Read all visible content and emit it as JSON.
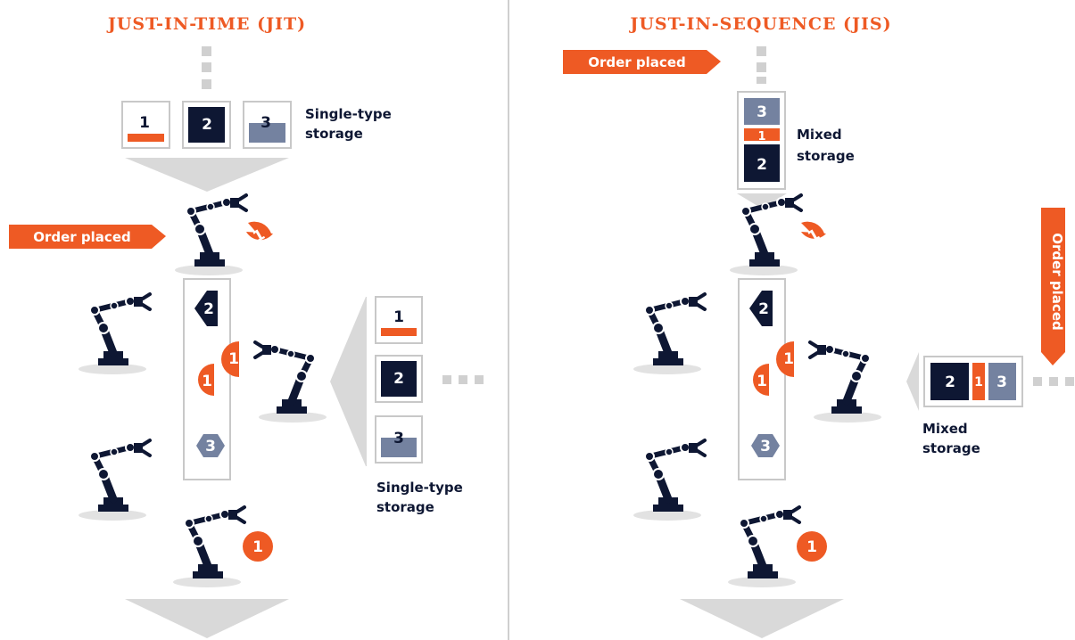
{
  "colors": {
    "navy": "#0e1733",
    "orange": "#ee5a24",
    "slate": "#7482a0",
    "gray": "#d9d9d9",
    "shadow": "#e2e2e2",
    "frame": "#c8c8c8"
  },
  "jit": {
    "title": "JUST-IN-TIME (JIT)",
    "order_banner": "Order placed",
    "top_storage_label": [
      "Single-type",
      "storage"
    ],
    "side_storage_label": [
      "Single-type",
      "storage"
    ],
    "parts": [
      "1",
      "2",
      "3"
    ]
  },
  "jis": {
    "title": "JUST-IN-SEQUENCE (JIS)",
    "order_banner_top": "Order placed",
    "order_banner_side": "Order placed",
    "top_storage_label": [
      "Mixed",
      "storage"
    ],
    "side_storage_label": [
      "Mixed",
      "storage"
    ],
    "stack_parts": [
      "3",
      "1",
      "2"
    ],
    "side_parts": [
      "2",
      "1",
      "3"
    ],
    "parts": [
      "1",
      "2",
      "3"
    ]
  }
}
